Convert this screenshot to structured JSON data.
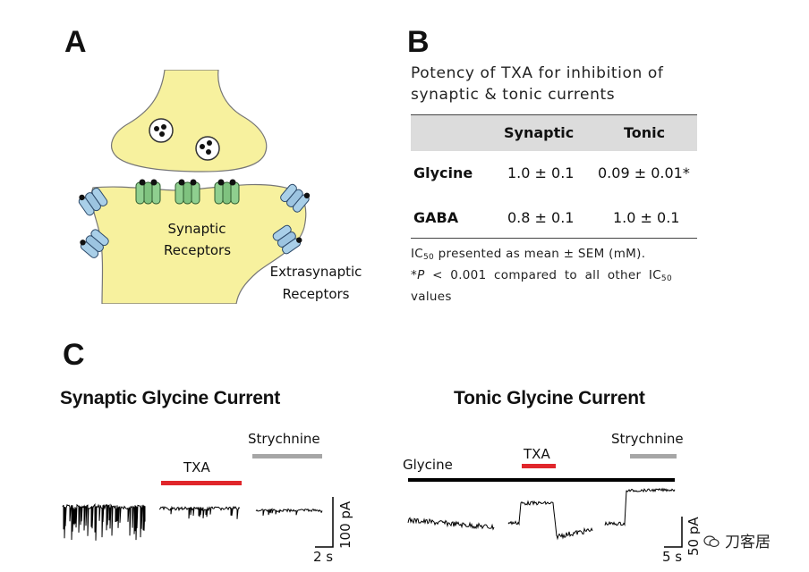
{
  "panels": {
    "a": "A",
    "b": "B",
    "c": "C"
  },
  "panel_a": {
    "synaptic_label": [
      "Synaptic",
      "Receptors"
    ],
    "extrasynaptic_label": [
      "Extrasynaptic",
      "Receptors"
    ],
    "colors": {
      "terminal": "#f7f19e",
      "synaptic_receptor": "#8fcf8f",
      "extrasynaptic_receptor": "#a9cfe8",
      "vesicle_dot": "#111111"
    }
  },
  "panel_b": {
    "caption_line1": "Potency of TXA for inhibition of",
    "caption_line2": "synaptic & tonic currents",
    "columns": [
      "",
      "Synaptic",
      "Tonic"
    ],
    "rows": [
      {
        "label": "Glycine",
        "synaptic": "1.0 ± 0.1",
        "tonic": "0.09 ± 0.01*"
      },
      {
        "label": "GABA",
        "synaptic": "0.8 ± 0.1",
        "tonic": "1.0 ± 0.1"
      }
    ],
    "footnote": {
      "ic": "IC",
      "ic_sub": "50",
      "line1_rest": " presented as mean ± SEM (mM).",
      "line2_a": "*",
      "line2_p": "P",
      "line2_b": " < 0.001 compared to all other IC",
      "line2_sub": "50",
      "line3": "values"
    }
  },
  "panel_c": {
    "left": {
      "title": "Synaptic Glycine Current",
      "txa_label": "TXA",
      "strychnine_label": "Strychnine",
      "scale_y": "100 pA",
      "scale_x": "2 s"
    },
    "right": {
      "title": "Tonic Glycine Current",
      "glycine_label": "Glycine",
      "txa_label": "TXA",
      "strychnine_label": "Strychnine",
      "scale_y": "50 pA",
      "scale_x": "5 s"
    },
    "colors": {
      "txa_bar": "#e0262b",
      "strychnine_bar": "#a6a6a6",
      "glycine_bar": "#000000",
      "trace": "#000000"
    }
  },
  "watermark": "刀客居"
}
